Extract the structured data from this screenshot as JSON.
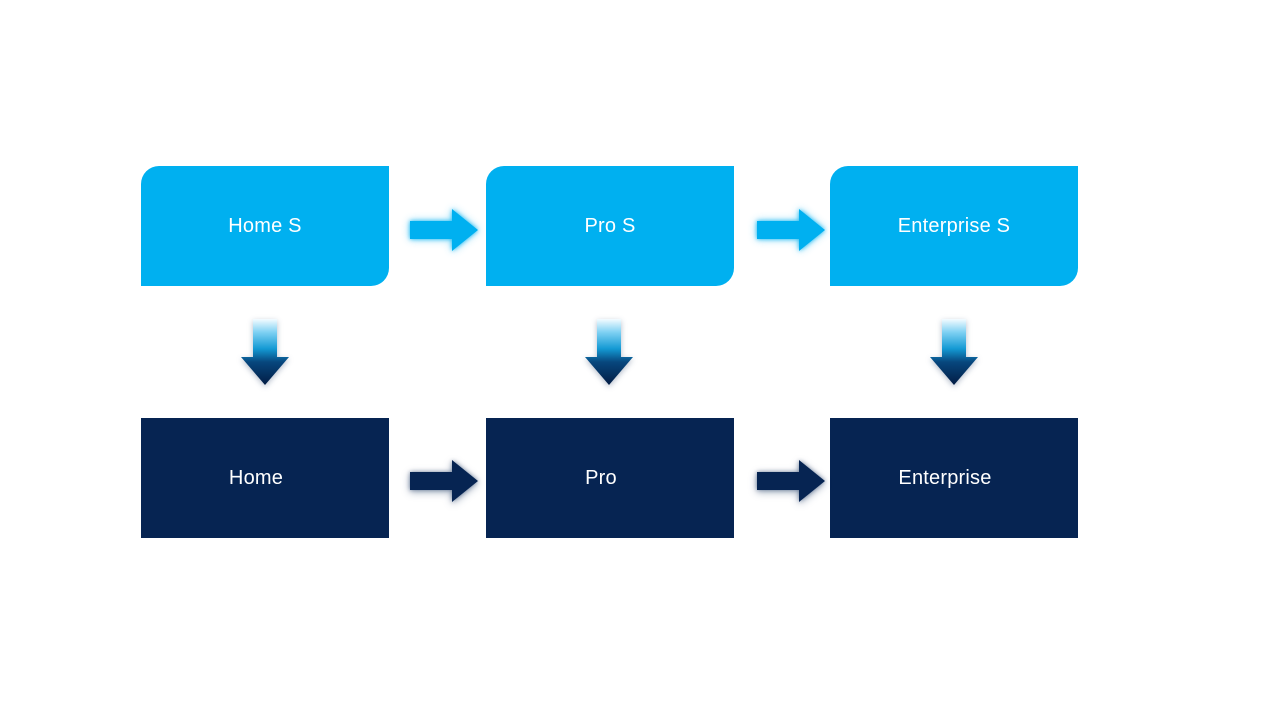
{
  "diagram": {
    "type": "flow",
    "columns": [
      {
        "top": {
          "label": "Home S"
        },
        "bottom": {
          "label": "Home"
        }
      },
      {
        "top": {
          "label": "Pro S"
        },
        "bottom": {
          "label": "Pro"
        }
      },
      {
        "top": {
          "label": "Enterprise S"
        },
        "bottom": {
          "label": "Enterprise"
        }
      }
    ],
    "connections": {
      "top_row": "left-to-right block arrows",
      "bottom_row": "left-to-right block arrows",
      "vertical": "each top node points down to its bottom node"
    },
    "colors": {
      "top_box": "#00B0F0",
      "bottom_box": "#062452",
      "text": "#FFFFFF",
      "background": "#FFFFFF",
      "down_arrow_gradient": [
        "#F4FCFF",
        "#7FD1F3",
        "#149AD4",
        "#07477E",
        "#021C44"
      ]
    },
    "icons": {
      "horizontal": "block-arrow-right",
      "vertical": "block-arrow-down"
    }
  }
}
